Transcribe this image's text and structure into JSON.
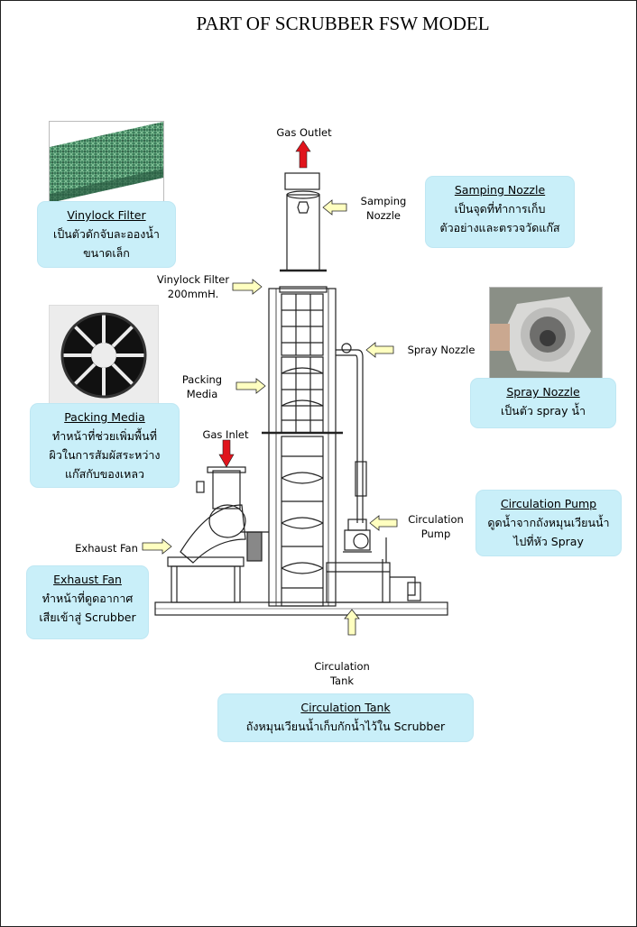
{
  "title": "PART OF SCRUBBER FSW MODEL",
  "labels": {
    "gas_outlet": "Gas Outlet",
    "samping_nozzle_1": "Samping",
    "samping_nozzle_2": "Nozzle",
    "vinylock_1": "Vinylock  Filter",
    "vinylock_2": "200mmH.",
    "spray_nozzle": "Spray Nozzle",
    "packing_1": "Packing",
    "packing_2": "Media",
    "gas_inlet": "Gas Inlet",
    "circ_pump_1": "Circulation",
    "circ_pump_2": "Pump",
    "exhaust_fan": "Exhaust Fan",
    "circ_tank_1": "Circulation",
    "circ_tank_2": "Tank"
  },
  "callouts": {
    "vinylock": {
      "head": "Vinylock Filter",
      "line1": "เป็นตัวดักจับละอองน้ำ",
      "line2": "ขนาดเล็ก"
    },
    "samping": {
      "head": "Samping Nozzle",
      "line1": "เป็นจุดที่ทำการเก็บ",
      "line2": "ตัวอย่างและตรวจวัดแก๊ส"
    },
    "packing": {
      "head": "Packing Media",
      "line1": "ทำหน้าที่ช่วยเพิ่มพื้นที่",
      "line2": "ผิวในการสัมผัสระหว่าง",
      "line3": "แก๊สกับของเหลว"
    },
    "spray": {
      "head": "Spray Nozzle",
      "line1": "เป็นตัว spray น้ำ"
    },
    "pump": {
      "head": "Circulation Pump",
      "line1": "ดูดน้ำจากถังหมุนเวียนน้ำ",
      "line2": "ไปที่หัว Spray"
    },
    "fan": {
      "head": "Exhaust Fan",
      "line1": "ทำหน้าที่ดูดอากาศ",
      "line2": "เสียเข้าสู่ Scrubber"
    },
    "tank": {
      "head": "Circulation Tank",
      "line1": "ถังหมุนเวียนน้ำเก็บกักน้ำไว้ใน Scrubber"
    }
  },
  "colors": {
    "callout_bg": "#c9eff9",
    "arrow_fill": "#ffffc0",
    "arrow_red": "#e0141c",
    "line": "#222222"
  }
}
